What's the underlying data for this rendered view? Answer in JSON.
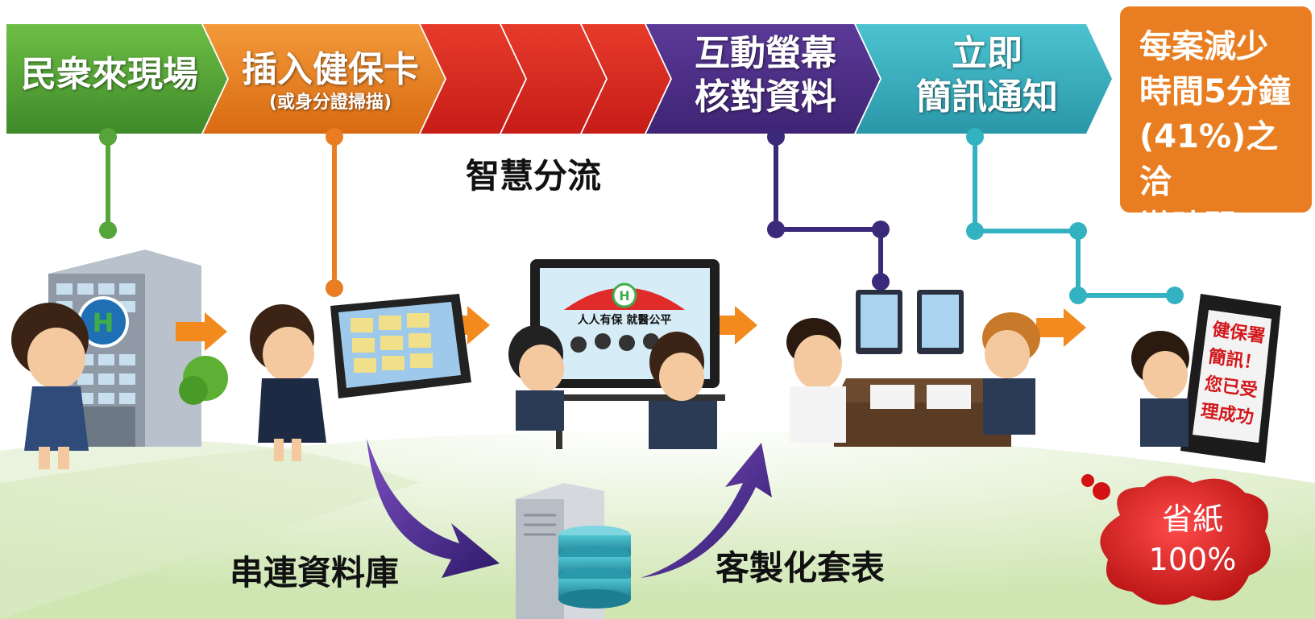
{
  "steps": {
    "step1": "民衆來現場",
    "step2": "插入健保卡",
    "step2_sub": "(或身分證掃描)",
    "step3_line1": "互動螢幕",
    "step3_line2": "核對資料",
    "step4_line1": "立即",
    "step4_line2": "簡訊通知"
  },
  "smart_routing": "智慧分流",
  "savings": {
    "line1": "每案減少",
    "line2": "時間5分鐘",
    "line3": "(41%)之洽",
    "line4": "辦時間"
  },
  "database_link": "串連資料庫",
  "custom_forms": "客製化套表",
  "paper_saving": {
    "line1": "省紙",
    "line2": "100%"
  },
  "screen_slogan": "人人有保 就醫公平",
  "phone_message": [
    "健保署",
    "簡訊！",
    "您已受",
    "理成功"
  ],
  "colors": {
    "green": "#56a53a",
    "orange": "#e87e21",
    "red": "#d8261f",
    "purple": "#4e2f86",
    "teal": "#33b2c1",
    "arrow_orange": "#f28a1e"
  }
}
